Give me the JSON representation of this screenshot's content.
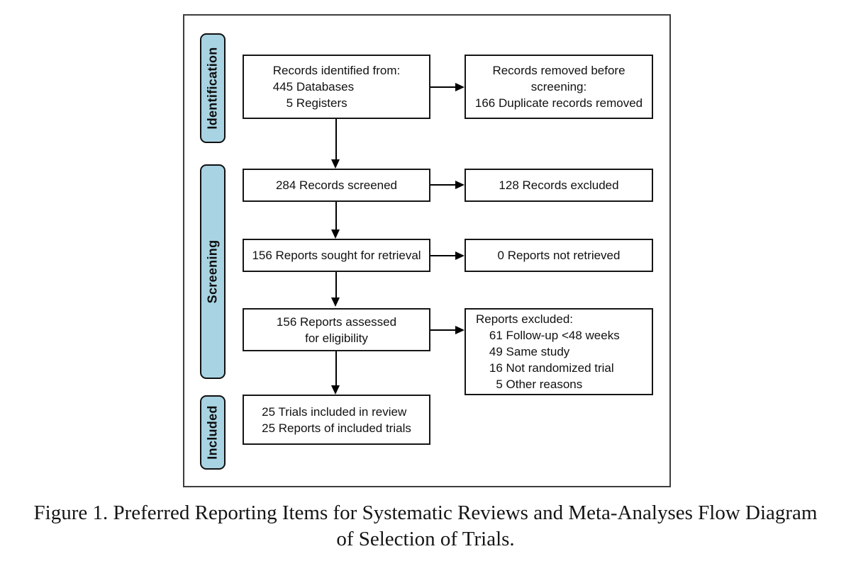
{
  "figure_caption": {
    "line1": "Figure 1. Preferred Reporting Items for Systematic Reviews and Meta-Analyses Flow Diagram",
    "line2": "of Selection of Trials."
  },
  "colors": {
    "stage_label_fill": "#a8d3e2",
    "box_border": "#161616",
    "frame_border": "#3d3d3d",
    "arrow": "#000000",
    "text": "#111111"
  },
  "stages": [
    {
      "label": "Identification"
    },
    {
      "label": "Screening"
    },
    {
      "label": "Included"
    }
  ],
  "boxes": {
    "records_identified": {
      "lines": [
        "Records identified from:",
        "445 Databases",
        "    5 Registers"
      ]
    },
    "records_removed": {
      "lines": [
        "Records removed before",
        "screening:",
        "166 Duplicate records removed"
      ]
    },
    "records_screened": {
      "lines": [
        "284 Records screened"
      ]
    },
    "records_excluded": {
      "lines": [
        "128 Records excluded"
      ]
    },
    "reports_sought": {
      "lines": [
        "156 Reports sought for retrieval"
      ]
    },
    "reports_not_retrieved": {
      "lines": [
        "0 Reports not retrieved"
      ]
    },
    "reports_assessed": {
      "lines": [
        "156 Reports assessed",
        "for eligibility"
      ]
    },
    "reports_excluded": {
      "lines": [
        "Reports excluded:",
        "    61 Follow-up <48 weeks",
        "    49 Same study",
        "    16 Not randomized trial",
        "      5 Other reasons"
      ]
    },
    "trials_included": {
      "lines": [
        "25 Trials included in review",
        "25 Reports of included trials"
      ]
    }
  }
}
